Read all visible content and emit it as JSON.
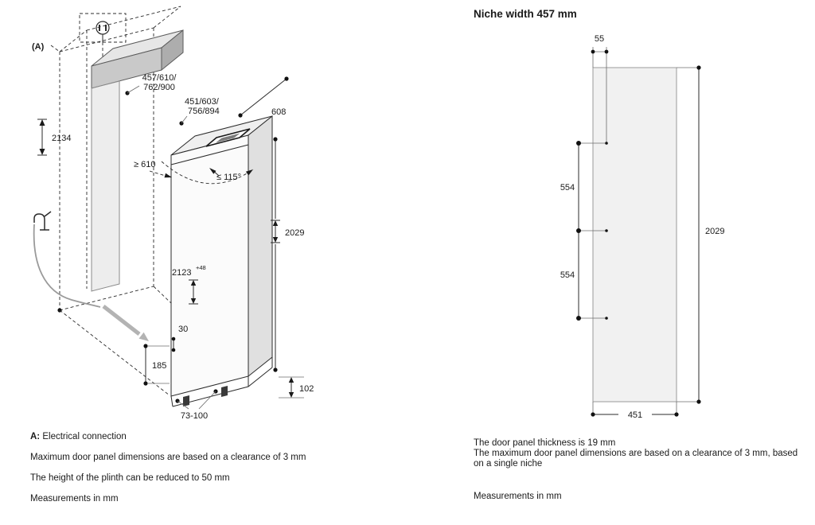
{
  "figures": {
    "installation": {
      "labels": {
        "connection_a": "(A)",
        "niche_height": "2134",
        "niche_width_line1": "457/610/",
        "niche_width_line2": "762/900",
        "door_width_line1": "451/603/",
        "door_width_line2": "756/894",
        "depth": "608",
        "min_depth": "≥ 610",
        "door_angle": "≤ 115°",
        "appliance_height": "2029",
        "niche_height_adjust": "2123",
        "niche_height_adjust_sup": "+48",
        "gap_30": "30",
        "connection_zone": "185",
        "plinth_height": "102",
        "plinth_range": "73-100"
      },
      "notes": {
        "a_prefix": "A:",
        "a_text": "Electrical connection",
        "clearance": "Maximum door panel dimensions are based on a clearance of 3 mm",
        "plinth": "The height of the plinth can be reduced to 50 mm",
        "units": "Measurements in mm"
      }
    },
    "niche": {
      "title": "Niche width 457 mm",
      "labels": {
        "offset_55": "55",
        "spacing_top": "554",
        "spacing_bottom": "554",
        "height": "2029",
        "width": "451"
      },
      "notes": {
        "thickness": "The door panel thickness is 19 mm",
        "clearance": "The maximum door panel dimensions are based on a clearance of 3 mm, based on a single niche",
        "units": "Measurements in mm"
      }
    },
    "colors": {
      "line": "#2b2b2b",
      "panel_fill": "#f1f1f1",
      "slab_fill": "#c9c9c9"
    }
  }
}
